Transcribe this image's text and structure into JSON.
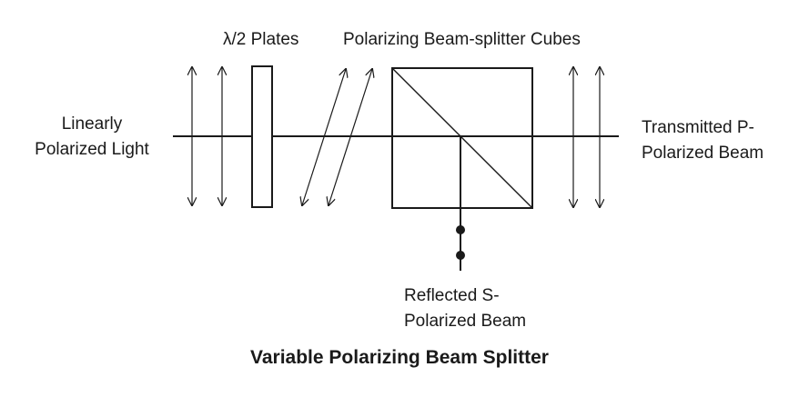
{
  "title": "Variable Polarizing Beam Splitter",
  "labels": {
    "plates": "λ/2 Plates",
    "cubes": "Polarizing Beam-splitter Cubes",
    "input_line1": "Linearly",
    "input_line2": "Polarized Light",
    "transmitted_line1": "Transmitted P-",
    "transmitted_line2": "Polarized Beam",
    "reflected_line1": "Reflected S-",
    "reflected_line2": "Polarized Beam"
  },
  "colors": {
    "stroke": "#1a1a1a",
    "background": "#ffffff"
  }
}
